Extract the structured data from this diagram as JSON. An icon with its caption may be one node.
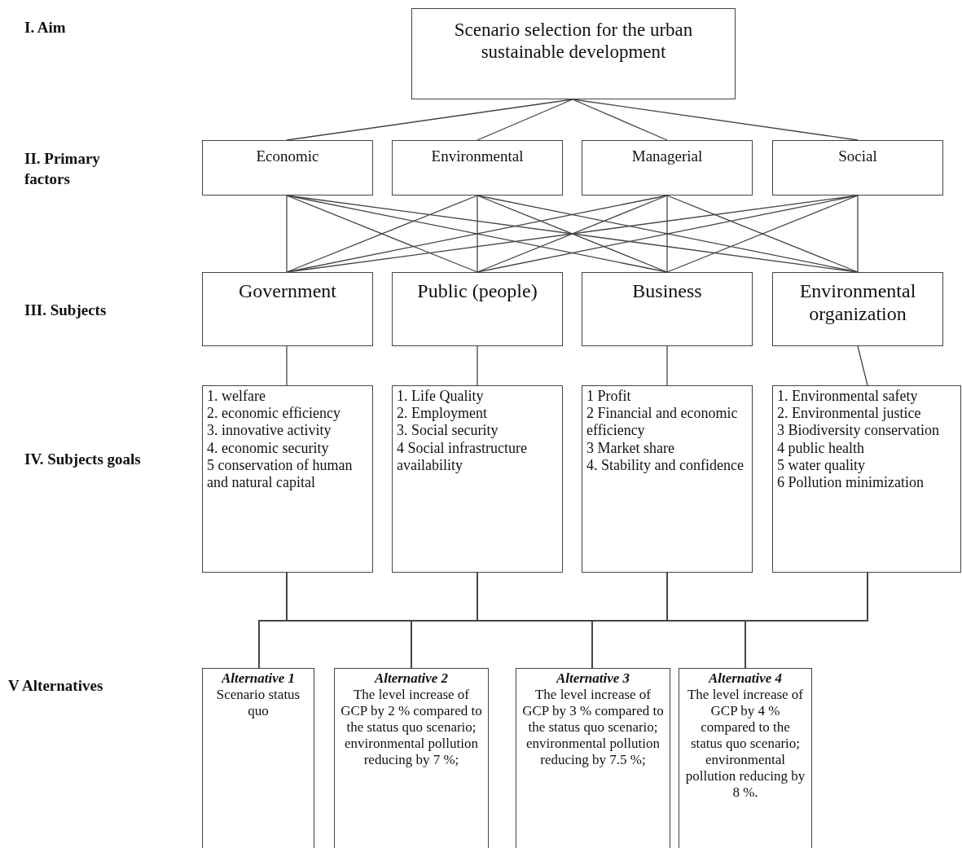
{
  "diagram": {
    "nodes": [
      {
        "text": [
          "Scenario selection for the urban sustainable development"
        ]
      },
      {
        "text": [
          "Economic"
        ]
      },
      {
        "text": [
          "Environmental"
        ]
      },
      {
        "text": [
          "Managerial"
        ]
      },
      {
        "text": [
          "Social"
        ]
      },
      {
        "text": [
          "Government"
        ]
      },
      {
        "text": [
          "Public (people)"
        ]
      },
      {
        "text": [
          "Business"
        ]
      },
      {
        "text": [
          "Environmental organization"
        ]
      },
      {
        "text": [
          "1. welfare",
          "2. economic efficiency",
          "3. innovative activity",
          "4. economic security",
          "5 conservation of human and natural capital"
        ]
      },
      {
        "text": [
          "1. Life Quality",
          "2. Employment",
          "3. Social security",
          "4 Social infrastructure availability"
        ]
      },
      {
        "text": [
          "1 Profit",
          "2 Financial and economic efficiency",
          "3 Market share",
          "4. Stability and confidence"
        ]
      },
      {
        "text": [
          "1. Environmental safety",
          "2. Environmental justice",
          "3 Biodiversity conservation",
          "4 public health",
          "5 water quality",
          "6 Pollution minimization"
        ]
      },
      {
        "text": [
          "Alternative 1",
          "Scenario status quo"
        ]
      },
      {
        "text": [
          "Alternative 2",
          "The level increase of GCP by 2 % compared to the status quo scenario; environmental pollution reducing by 7 %;"
        ]
      },
      {
        "text": [
          "Alternative 3",
          "The level increase of GCP by 3 % compared to the status quo scenario; environmental pollution reducing by 7.5 %;"
        ]
      },
      {
        "text": [
          "Alternative 4",
          "The level increase of GCP by 4 % compared to the status quo scenario; environmental pollution reducing by 8 %."
        ]
      }
    ],
    "edges": [
      {
        "from": 0,
        "to": 1,
        "arrow": "none"
      },
      {
        "from": 0,
        "to": 2,
        "arrow": "none"
      },
      {
        "from": 0,
        "to": 3,
        "arrow": "none"
      },
      {
        "from": 0,
        "to": 4,
        "arrow": "none"
      },
      {
        "from": 1,
        "to": 5,
        "arrow": "none"
      },
      {
        "from": 1,
        "to": 6,
        "arrow": "none"
      },
      {
        "from": 1,
        "to": 7,
        "arrow": "none"
      },
      {
        "from": 1,
        "to": 8,
        "arrow": "none"
      },
      {
        "from": 2,
        "to": 5,
        "arrow": "none"
      },
      {
        "from": 2,
        "to": 6,
        "arrow": "none"
      },
      {
        "from": 2,
        "to": 7,
        "arrow": "none"
      },
      {
        "from": 2,
        "to": 8,
        "arrow": "none"
      },
      {
        "from": 3,
        "to": 5,
        "arrow": "none"
      },
      {
        "from": 3,
        "to": 6,
        "arrow": "none"
      },
      {
        "from": 3,
        "to": 7,
        "arrow": "none"
      },
      {
        "from": 3,
        "to": 8,
        "arrow": "none"
      },
      {
        "from": 4,
        "to": 5,
        "arrow": "none"
      },
      {
        "from": 4,
        "to": 6,
        "arrow": "none"
      },
      {
        "from": 4,
        "to": 7,
        "arrow": "none"
      },
      {
        "from": 4,
        "to": 8,
        "arrow": "none"
      },
      {
        "from": 5,
        "to": 9,
        "arrow": "none"
      },
      {
        "from": 6,
        "to": 10,
        "arrow": "none"
      },
      {
        "from": 7,
        "to": 11,
        "arrow": "none"
      },
      {
        "from": 8,
        "to": 12,
        "arrow": "none"
      },
      {
        "from": 9,
        "to": 13,
        "arrow": "none"
      },
      {
        "from": 9,
        "to": 14,
        "arrow": "none"
      },
      {
        "from": 9,
        "to": 15,
        "arrow": "none"
      },
      {
        "from": 9,
        "to": 16,
        "arrow": "none"
      },
      {
        "from": 10,
        "to": 13,
        "arrow": "none"
      },
      {
        "from": 10,
        "to": 14,
        "arrow": "none"
      },
      {
        "from": 10,
        "to": 15,
        "arrow": "none"
      },
      {
        "from": 10,
        "to": 16,
        "arrow": "none"
      },
      {
        "from": 11,
        "to": 13,
        "arrow": "none"
      },
      {
        "from": 11,
        "to": 14,
        "arrow": "none"
      },
      {
        "from": 11,
        "to": 15,
        "arrow": "none"
      },
      {
        "from": 11,
        "to": 16,
        "arrow": "none"
      },
      {
        "from": 12,
        "to": 13,
        "arrow": "none"
      },
      {
        "from": 12,
        "to": 14,
        "arrow": "none"
      },
      {
        "from": 12,
        "to": 15,
        "arrow": "none"
      },
      {
        "from": 12,
        "to": 16,
        "arrow": "none"
      }
    ],
    "labels": [
      "I. Aim",
      "II. Primary factors",
      "III. Subjects",
      "IV. Subjects goals",
      "V Alternatives"
    ]
  }
}
